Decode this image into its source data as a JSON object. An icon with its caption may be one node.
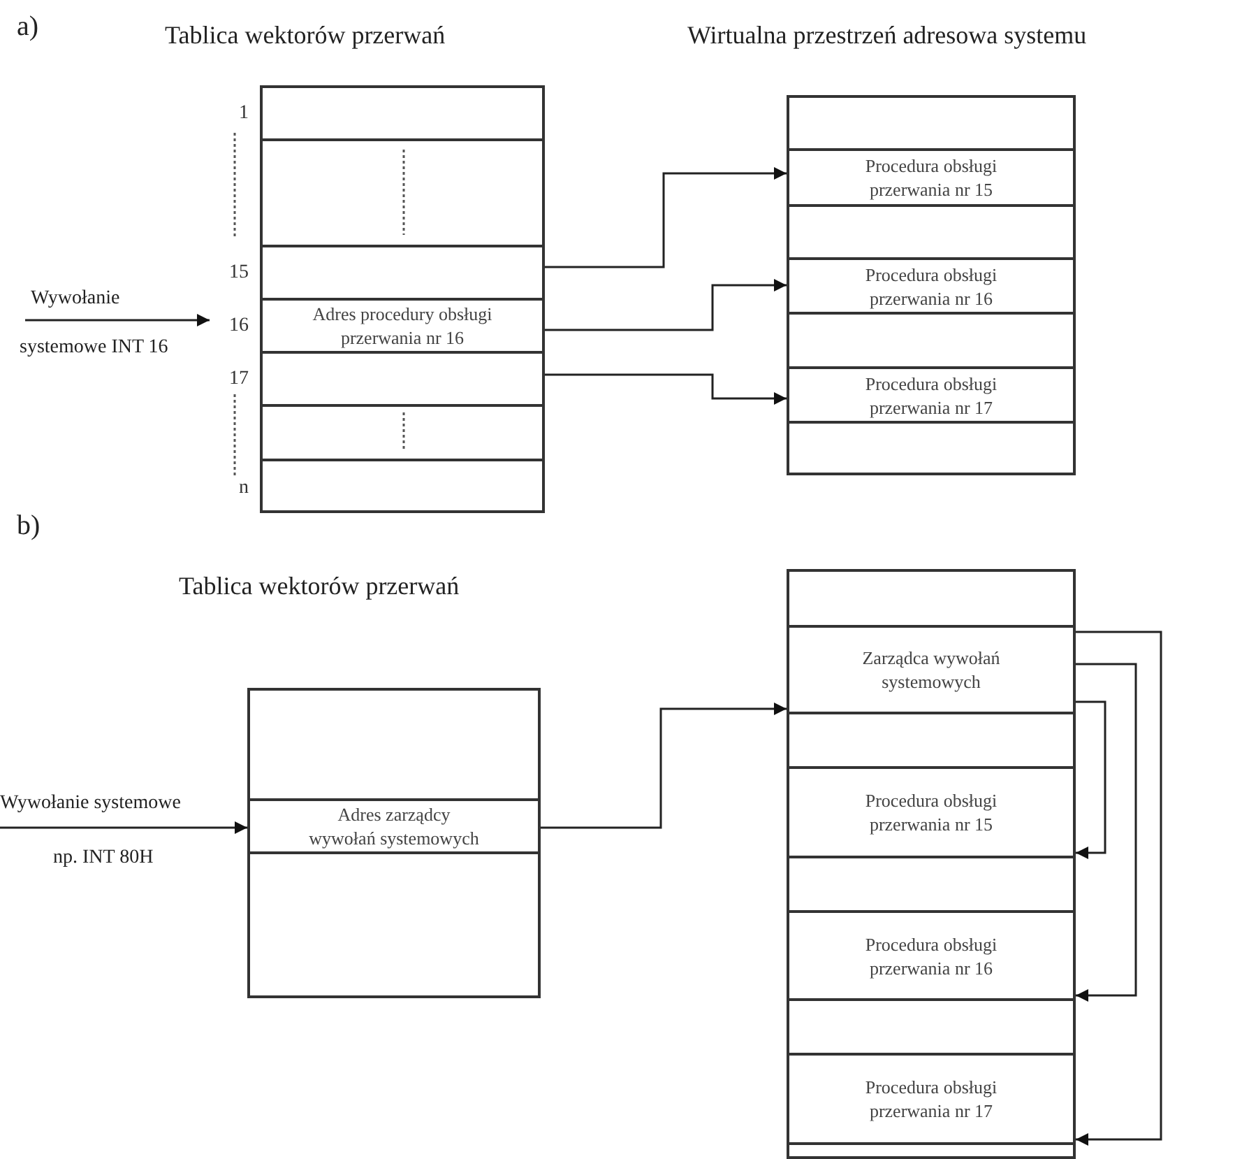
{
  "diagram": {
    "nodes": [
      {
        "text": [],
        "shape": "box"
      },
      {
        "text": [],
        "shape": "box",
        "in": 0,
        "beside": [
          "1"
        ]
      },
      {
        "text": [],
        "shape": "box",
        "in": 0
      },
      {
        "text": [],
        "shape": "box",
        "in": 0,
        "beside": [
          "15"
        ]
      },
      {
        "text": [
          "Adres procedury obsługi przerwania nr 16"
        ],
        "in": 0,
        "beside": [
          "16"
        ]
      },
      {
        "text": [],
        "shape": "box",
        "in": 0,
        "beside": [
          "17"
        ]
      },
      {
        "text": [],
        "shape": "box",
        "in": 0
      },
      {
        "text": [],
        "shape": "box",
        "in": 0,
        "beside": [
          "n"
        ]
      },
      {
        "text": [],
        "shape": "box"
      },
      {
        "text": [],
        "shape": "box",
        "in": 8
      },
      {
        "text": [
          "Procedura obsługi przerwania nr 15"
        ],
        "in": 8
      },
      {
        "text": [],
        "shape": "box",
        "in": 8
      },
      {
        "text": [
          "Procedura obsługi przerwania nr 16"
        ],
        "in": 8
      },
      {
        "text": [],
        "shape": "box",
        "in": 8
      },
      {
        "text": [
          "Procedura obsługi przerwania nr 17"
        ],
        "in": 8
      },
      {
        "text": [],
        "shape": "box",
        "in": 8
      },
      {
        "text": [],
        "shape": "box"
      },
      {
        "text": [],
        "shape": "box",
        "in": 16
      },
      {
        "text": [
          "Adres zarządcy wywołań systemowych"
        ],
        "in": 16
      },
      {
        "text": [],
        "shape": "box",
        "in": 16
      },
      {
        "text": [],
        "shape": "box"
      },
      {
        "text": [],
        "shape": "box",
        "in": 20
      },
      {
        "text": [
          "Zarządca wywołań systemowych"
        ],
        "in": 20
      },
      {
        "text": [],
        "shape": "box",
        "in": 20
      },
      {
        "text": [
          "Procedura obsługi przerwania nr 15"
        ],
        "in": 20
      },
      {
        "text": [],
        "shape": "box",
        "in": 20
      },
      {
        "text": [
          "Procedura obsługi przerwania nr 16"
        ],
        "in": 20
      },
      {
        "text": [],
        "shape": "box",
        "in": 20
      },
      {
        "text": [
          "Procedura obsługi przerwania nr 17"
        ],
        "in": 20
      },
      {
        "text": [],
        "shape": "box",
        "in": 20
      }
    ],
    "edges": [
      {
        "from": null,
        "to": 4,
        "arrow": "to"
      },
      {
        "from": 3,
        "to": 10,
        "arrow": "to"
      },
      {
        "from": 4,
        "to": 12,
        "arrow": "to"
      },
      {
        "from": 5,
        "to": 14,
        "arrow": "to"
      },
      {
        "from": null,
        "to": 18,
        "arrow": "to"
      },
      {
        "from": 18,
        "to": 22,
        "arrow": "to"
      },
      {
        "from": 22,
        "to": 24,
        "arrow": "to"
      },
      {
        "from": 22,
        "to": 26,
        "arrow": "to"
      },
      {
        "from": 22,
        "to": 28,
        "arrow": "to"
      }
    ],
    "labels": [
      "a)",
      "Tablica wektorów przerwań",
      "Wirtualna przestrzeń adresowa systemu",
      "Wywołanie",
      "systemowe INT 16",
      "b)",
      "Tablica wektorów przerwań",
      "Wywołanie systemowe",
      "np. INT 80H"
    ]
  }
}
